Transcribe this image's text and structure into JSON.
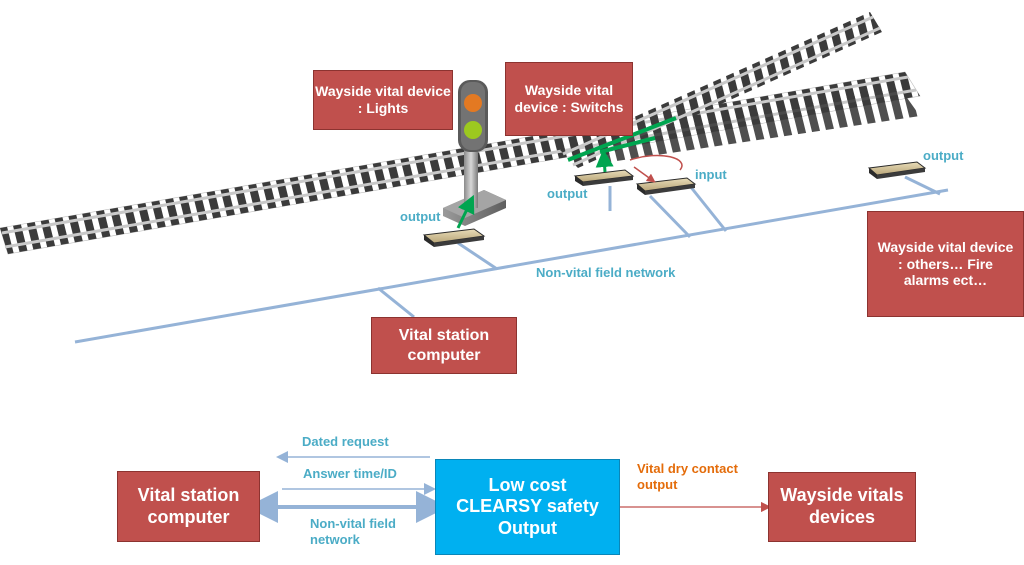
{
  "boxes": {
    "lights": "Wayside vital device : Lights",
    "switchs": "Wayside vital device : Switchs",
    "others": "Wayside vital device : others… Fire alarms ect…",
    "station_top": "Vital station computer",
    "station_bottom": "Vital station computer",
    "wayside_vitals": "Wayside vitals devices",
    "safety_output": "Low cost CLEARSY safety Output"
  },
  "labels": {
    "output_lights": "output",
    "output_switch": "output",
    "input_switch": "input",
    "output_others": "output",
    "non_vital_network": "Non-vital field network",
    "dated_request": "Dated request",
    "answer_time_id": "Answer time/ID",
    "non_vital_field_network": "Non-vital field network",
    "vital_dry_contact": "Vital dry contact output"
  },
  "colors": {
    "box_red": "#c0504d",
    "safety_blue": "#00b0f0",
    "label_blue": "#4bacc6",
    "label_orange": "#e46c0a",
    "network_line": "#95b3d7",
    "arrow_green": "#00a550",
    "arrow_red": "#c0504d"
  },
  "icons": {
    "signal_light": "traffic-signal-icon",
    "track": "railway-track-icon",
    "balise": "trackside-box-icon"
  }
}
